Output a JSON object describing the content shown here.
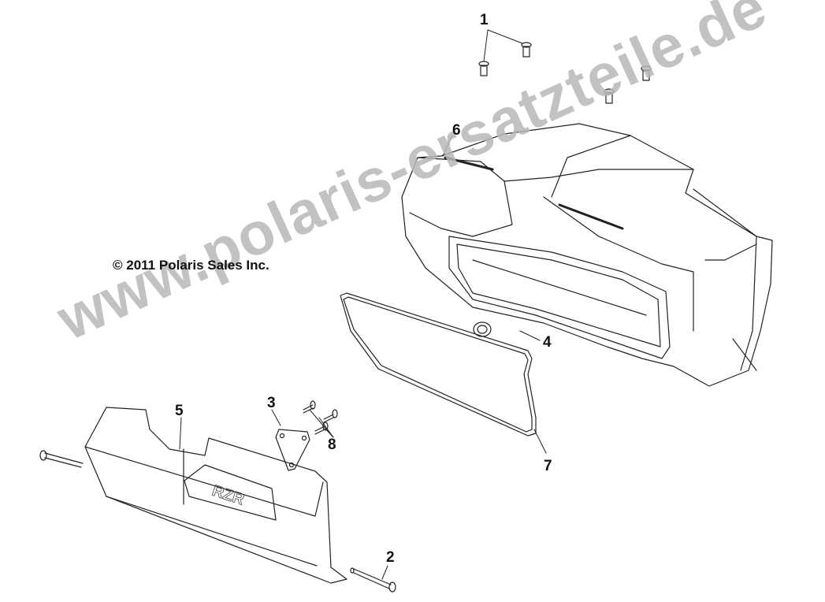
{
  "diagram": {
    "type": "exploded-parts-diagram",
    "copyright": "© 2011 Polaris Sales Inc.",
    "watermark": "www.polaris-ersatzteile.de",
    "colors": {
      "line": "#111111",
      "background": "#ffffff",
      "watermark": "#b8b8b8"
    },
    "callouts": [
      {
        "number": "1",
        "part": "screws (4x, top)"
      },
      {
        "number": "2",
        "part": "hinge pin"
      },
      {
        "number": "3",
        "part": "triangular bracket plate"
      },
      {
        "number": "4",
        "part": "grommet / bumper"
      },
      {
        "number": "5",
        "part": "glove box door (RZR)"
      },
      {
        "number": "6",
        "part": "glove box housing"
      },
      {
        "number": "7",
        "part": "door seal"
      },
      {
        "number": "8",
        "part": "bracket screws (3x)"
      }
    ],
    "door_logo": "RZR"
  }
}
